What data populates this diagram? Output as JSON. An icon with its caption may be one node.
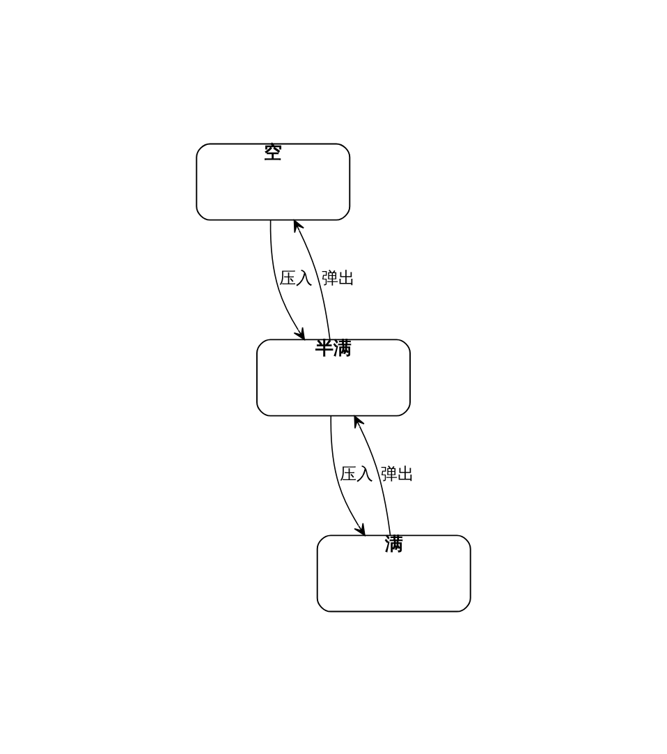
{
  "diagram": {
    "nodes": [
      {
        "text": [
          "空"
        ]
      },
      {
        "text": [
          "半满"
        ]
      },
      {
        "text": [
          "满"
        ]
      }
    ],
    "edges": [
      {
        "from": 0,
        "to": 1,
        "arrow": "to",
        "label": "压入"
      },
      {
        "from": 1,
        "to": 0,
        "arrow": "to",
        "label": "弹出"
      },
      {
        "from": 1,
        "to": 2,
        "arrow": "to",
        "label": "压入"
      },
      {
        "from": 2,
        "to": 1,
        "arrow": "to",
        "label": "弹出"
      }
    ]
  }
}
